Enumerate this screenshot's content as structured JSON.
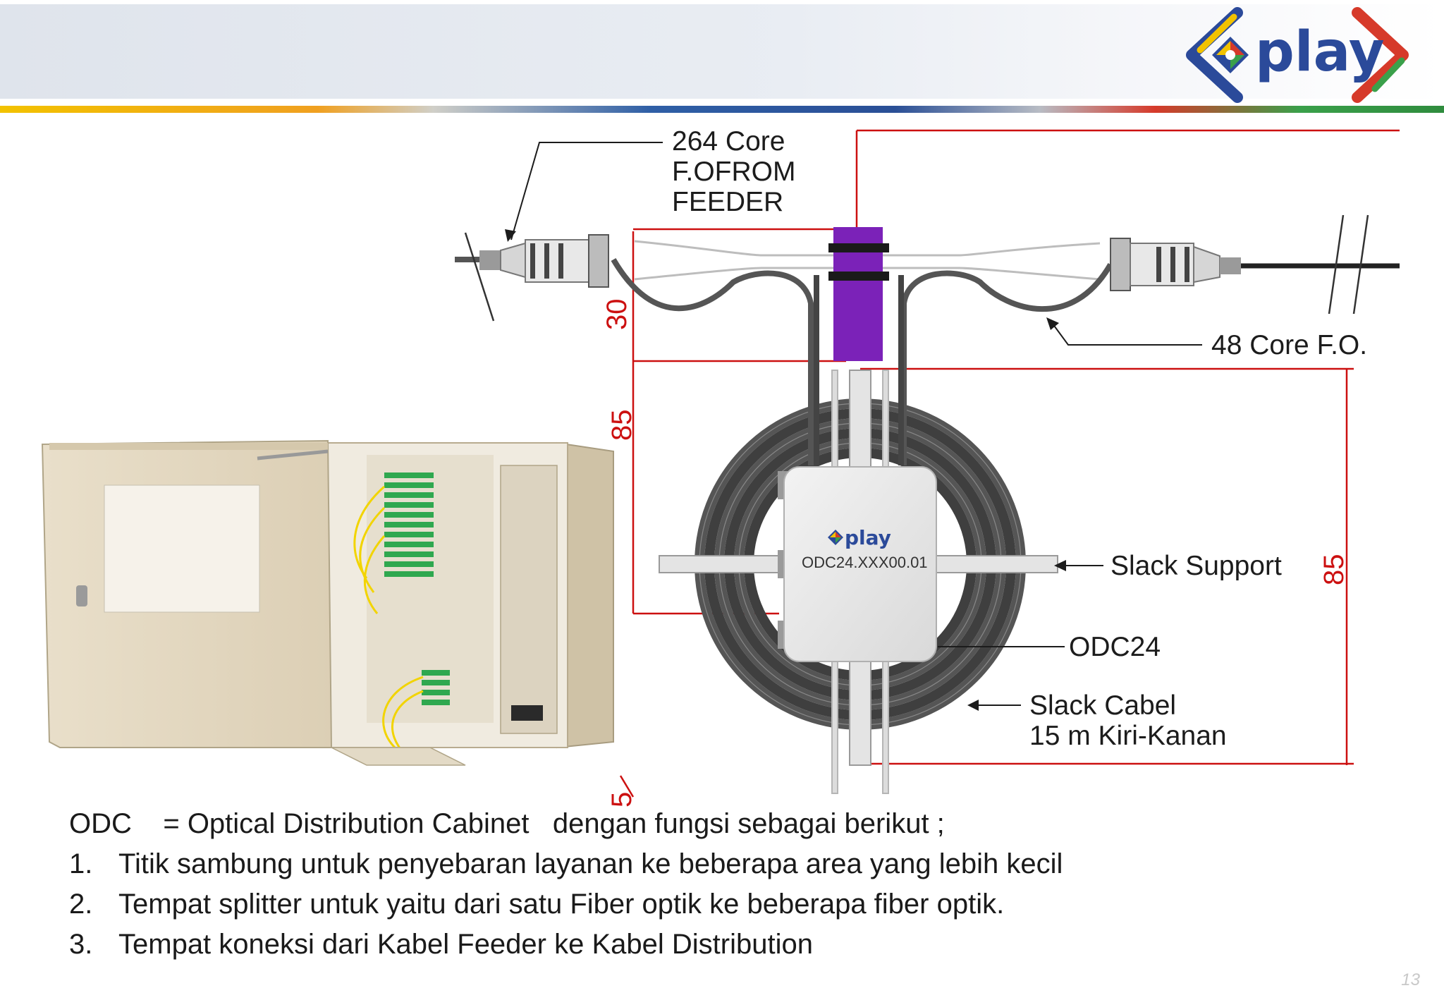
{
  "logo": {
    "text": "play"
  },
  "diagram": {
    "labels": {
      "feeder_line1": "264 Core",
      "feeder_line2": "F.OFROM",
      "feeder_line3": "FEEDER",
      "fo48": "48 Core F.O.",
      "slack_support": "Slack Support",
      "odc24": "ODC24",
      "slack_cable_line1": "Slack Cabel",
      "slack_cable_line2": "15 m Kiri-Kanan"
    },
    "dimensions": {
      "vertical_top": "30",
      "vertical_mid": "85",
      "right_side": "85",
      "bottom_cut": "5"
    },
    "odc_box": {
      "brand": "play",
      "code": "ODC24.XXX00.01"
    },
    "colors": {
      "dimension": "#cc1010",
      "clamp": "#7b22b8",
      "cable": "#4a4a4a",
      "cabinet": "#e7dcc6",
      "adapter": "#2fa84f",
      "pigtail": "#f2d400"
    }
  },
  "caption": {
    "intro_term": "ODC",
    "intro_rest": "= Optical Distribution Cabinet   dengan fungsi sebagai berikut ;",
    "items": [
      {
        "num": "1.",
        "text": "Titik sambung untuk penyebaran layanan ke beberapa area yang lebih kecil"
      },
      {
        "num": "2.",
        "text": "Tempat splitter untuk yaitu dari satu Fiber optik ke beberapa fiber optik."
      },
      {
        "num": "3.",
        "text": "Tempat koneksi dari Kabel Feeder ke Kabel Distribution"
      }
    ]
  },
  "page_number": "13"
}
